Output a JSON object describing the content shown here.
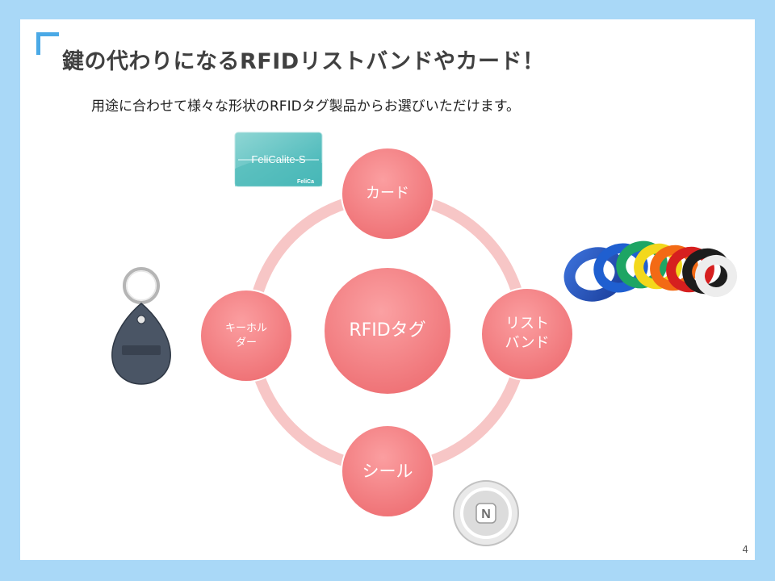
{
  "slide": {
    "title": "鍵の代わりになるRFIDリストバンドやカード！",
    "subtitle": "用途に合わせて様々な形状のRFIDタグ製品からお選びいただけます。",
    "page_number": "4"
  },
  "diagram": {
    "center": "RFIDタグ",
    "nodes": {
      "card": "カード",
      "wristband_line1": "リスト",
      "wristband_line2": "バンド",
      "sticker": "シール",
      "keyholder_line1": "キーホル",
      "keyholder_line2": "ダー"
    }
  },
  "products": {
    "card_text": "FeliCalite-S",
    "card_brand": "FeliCa",
    "nfc_symbol": "N"
  },
  "colors": {
    "background": "#a9d8f7",
    "accent": "#4aa9e6",
    "ring": "#f7c6c6",
    "node": "#f27b7e"
  }
}
